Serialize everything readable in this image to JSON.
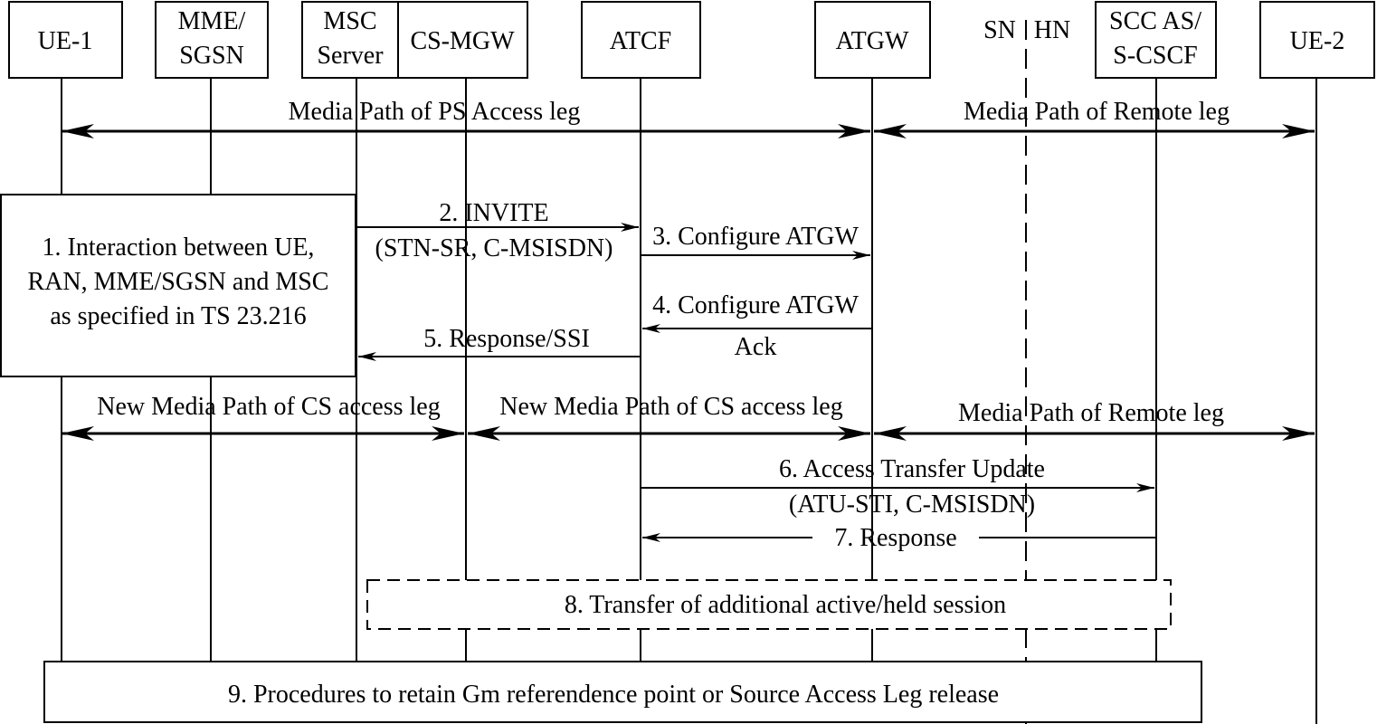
{
  "entities": {
    "ue1": "UE-1",
    "mme_line1": "MME/",
    "mme_line2": "SGSN",
    "msc_line1": "MSC",
    "msc_line2": "Server",
    "csmgw": "CS-MGW",
    "atcf": "ATCF",
    "atgw": "ATGW",
    "sn": "SN",
    "hn": "HN",
    "scc_line1": "SCC AS/",
    "scc_line2": "S-CSCF",
    "ue2": "UE-2"
  },
  "media_paths": {
    "ps_access_leg": "Media Path of PS Access leg",
    "remote_leg_top": "Media Path of Remote leg",
    "new_cs_access_leg_left": "New Media Path of CS access leg",
    "new_cs_access_leg_right": "New Media Path of CS access leg",
    "remote_leg_bottom": "Media Path of Remote leg"
  },
  "steps": {
    "step1_line1": "1. Interaction between UE,",
    "step1_line2": "RAN, MME/SGSN and MSC",
    "step1_line3": "as specified in TS 23.216",
    "step2_line1": "2. INVITE",
    "step2_line2": "(STN-SR, C-MSISDN)",
    "step3": "3. Configure ATGW",
    "step4_line1": "4. Configure ATGW",
    "step4_line2": "Ack",
    "step5": "5. Response/SSI",
    "step6_line1": "6. Access Transfer Update",
    "step6_line2": "(ATU-STI, C-MSISDN)",
    "step7": "7. Response",
    "step8": "8. Transfer of additional active/held session",
    "step9": "9. Procedures to retain Gm referendence point or Source Access Leg release"
  },
  "colors": {
    "ink": "#000000",
    "background": "#ffffff"
  }
}
